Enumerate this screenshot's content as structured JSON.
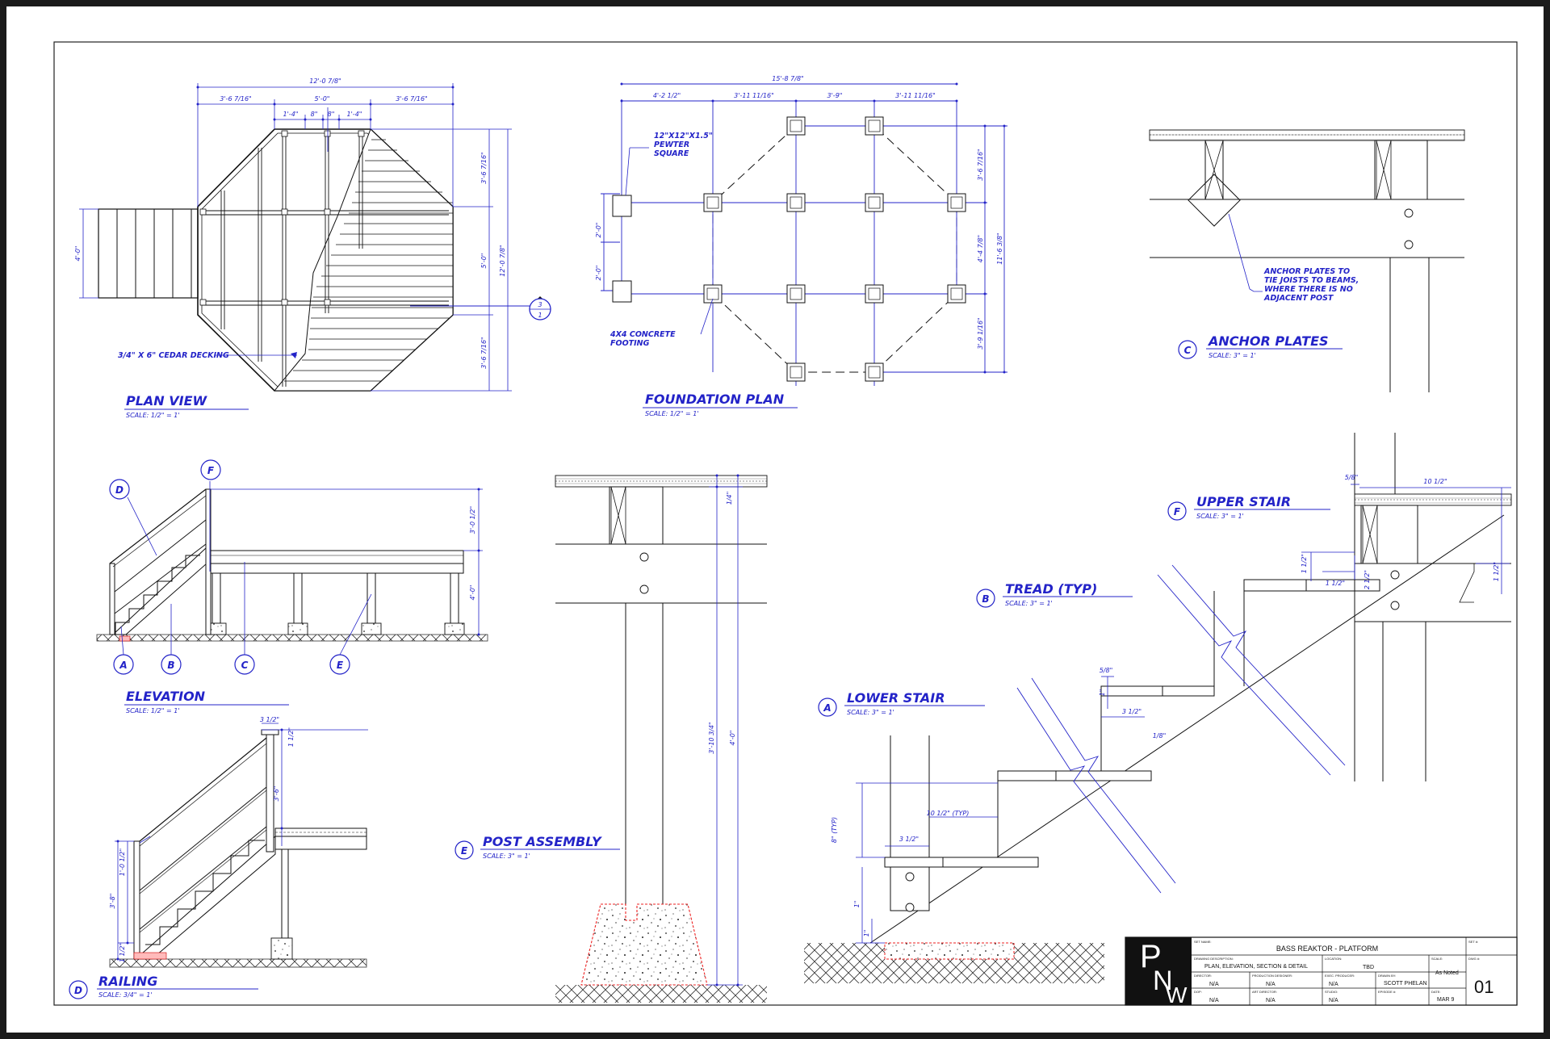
{
  "views": {
    "plan_view": {
      "title": "PLAN VIEW",
      "scale": "SCALE: 1/2\" = 1'"
    },
    "foundation_plan": {
      "title": "FOUNDATION PLAN",
      "scale": "SCALE: 1/2\" = 1'"
    },
    "anchor_plates": {
      "callout": "C",
      "title": "ANCHOR PLATES",
      "scale": "SCALE: 3\" = 1'"
    },
    "elevation": {
      "title": "ELEVATION",
      "scale": "SCALE: 1/2\" = 1'"
    },
    "railing": {
      "callout": "D",
      "title": "RAILING",
      "scale": "SCALE: 3/4\" = 1'"
    },
    "post_assembly": {
      "callout": "E",
      "title": "POST ASSEMBLY",
      "scale": "SCALE: 3\" = 1'"
    },
    "lower_stair": {
      "callout": "A",
      "title": "LOWER STAIR",
      "scale": "SCALE: 3\" = 1'"
    },
    "tread": {
      "callout": "B",
      "title": "TREAD (TYP)",
      "scale": "SCALE: 3\" = 1'"
    },
    "upper_stair": {
      "callout": "F",
      "title": "UPPER STAIR",
      "scale": "SCALE: 3\" = 1'"
    }
  },
  "plan_dims": {
    "overall_width": "12'-0 7/8\"",
    "left_width": "3'-6 7/16\"",
    "center_width": "5'-0\"",
    "right_width": "3'-6 7/16\"",
    "joist_a": "1'-4\"",
    "joist_b": "8\"",
    "joist_c": "8\"",
    "joist_d": "1'-4\"",
    "stair_depth": "4'-0\"",
    "right_top": "3'-6 7/16\"",
    "right_center": "5'-0\"",
    "right_bottom": "3'-6 7/16\"",
    "right_overall": "12'-0 7/8\"",
    "section_mark_num": "3",
    "section_mark_sheet": "1"
  },
  "notes": {
    "decking": "3/4\" X 6\" CEDAR DECKING",
    "pewter_square": [
      "12\"X12\"X1.5\"",
      "PEWTER",
      "SQUARE"
    ],
    "concrete_footing": [
      "4X4 CONCRETE",
      "FOOTING"
    ],
    "anchor_note": [
      "ANCHOR PLATES TO",
      "TIE JOISTS TO BEAMS,",
      "WHERE THERE IS NO",
      "ADJACENT POST"
    ]
  },
  "foundation_dims": {
    "overall": "15'-8 7/8\"",
    "seg1": "4'-2 1/2\"",
    "seg2": "3'-11 11/16\"",
    "seg3": "3'-9\"",
    "seg4": "3'-11 11/16\"",
    "pewter_a": "2'-0\"",
    "pewter_b": "2'-0\"",
    "right_top": "3'-6 7/16\"",
    "right_mid": "4'-4 7/8\"",
    "right_overall": "11'-6 3/8\"",
    "right_bottom": "3'-9 1/16\""
  },
  "elevation_dims": {
    "upper": "3'-0 1/2\"",
    "lower": "4'-0\""
  },
  "elevation_callouts": [
    "D",
    "F",
    "A",
    "B",
    "C",
    "E"
  ],
  "railing_dims": {
    "top": "3 1/2\"",
    "right": "1 1/2\"",
    "post": "3'-6\"",
    "rail_height": "1'-0 1/2\"",
    "overall": "3'-8\"",
    "base": "1 1/2\""
  },
  "post_dims": {
    "top": "1/4\"",
    "post": "3'-10 3/4\"",
    "overall": "4'-0\""
  },
  "lower_stair_dims": {
    "riser": "8\" (TYP)",
    "run": "10 1/2\" (TYP)",
    "tread": "3 1/2\"",
    "bottom": "1\"",
    "base": "1\""
  },
  "tread_dims": {
    "top": "5/8\"",
    "a": "1\"",
    "b": "3 1/2\"",
    "c": "1/8\""
  },
  "upper_stair_dims": {
    "top": "5/8\"",
    "width": "10 1/2\"",
    "left": "1 1/2\"",
    "c": "1 1/2\"",
    "d": "2 1/2\"",
    "right": "1 1/2\""
  },
  "title_block": {
    "logo": [
      "P",
      "N",
      "W"
    ],
    "set_name_label": "SET NAME:",
    "set_name": "BASS REAKTOR - PLATFORM",
    "set_num_label": "SET #:",
    "desc_label": "DRAWING DESCRIPTION:",
    "desc": "PLAN, ELEVATION, SECTION & DETAIL",
    "location_label": "LOCATION:",
    "location": "TBD",
    "scale_label": "SCALE:",
    "scale": "As Noted",
    "dwg_label": "DWG #:",
    "dwg": "01",
    "director_label": "DIRECTOR:",
    "director": "N/A",
    "prod_designer_label": "PRODUCTION DESIGNER:",
    "prod_designer": "N/A",
    "exec_producer_label": "EXEC. PRODUCER:",
    "exec_producer": "N/A",
    "drawn_by_label": "DRAWN BY:",
    "drawn_by": "SCOTT PHELAN",
    "dop_label": "DOP:",
    "dop": "N/A",
    "art_director_label": "ART DIRECTOR:",
    "art_director": "N/A",
    "studio_label": "STUDIO:",
    "studio": "N/A",
    "episode_label": "EPISODE #:",
    "date_label": "DATE:",
    "date": "MAR 9"
  }
}
